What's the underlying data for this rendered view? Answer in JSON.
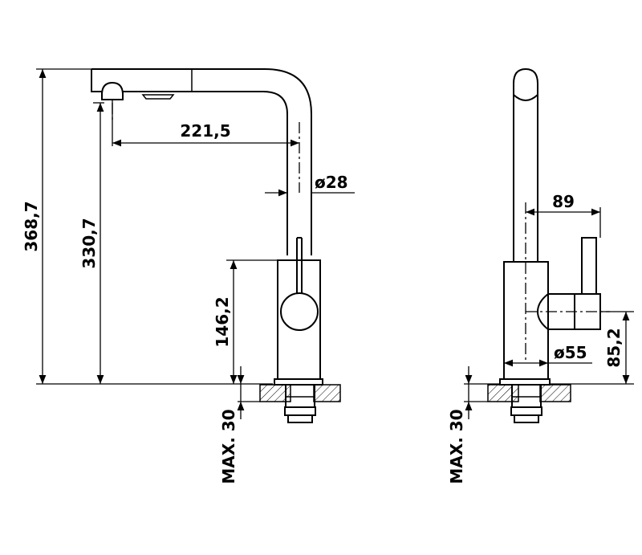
{
  "dimensions": {
    "total_height": "368,7",
    "spout_height": "330,7",
    "body_height": "146,2",
    "spout_reach": "221,5",
    "spout_diameter": "ø28",
    "max_thickness_left": "MAX. 30",
    "handle_offset": "89",
    "body_diameter": "ø55",
    "handle_height": "85,2",
    "max_thickness_right": "MAX. 30"
  }
}
